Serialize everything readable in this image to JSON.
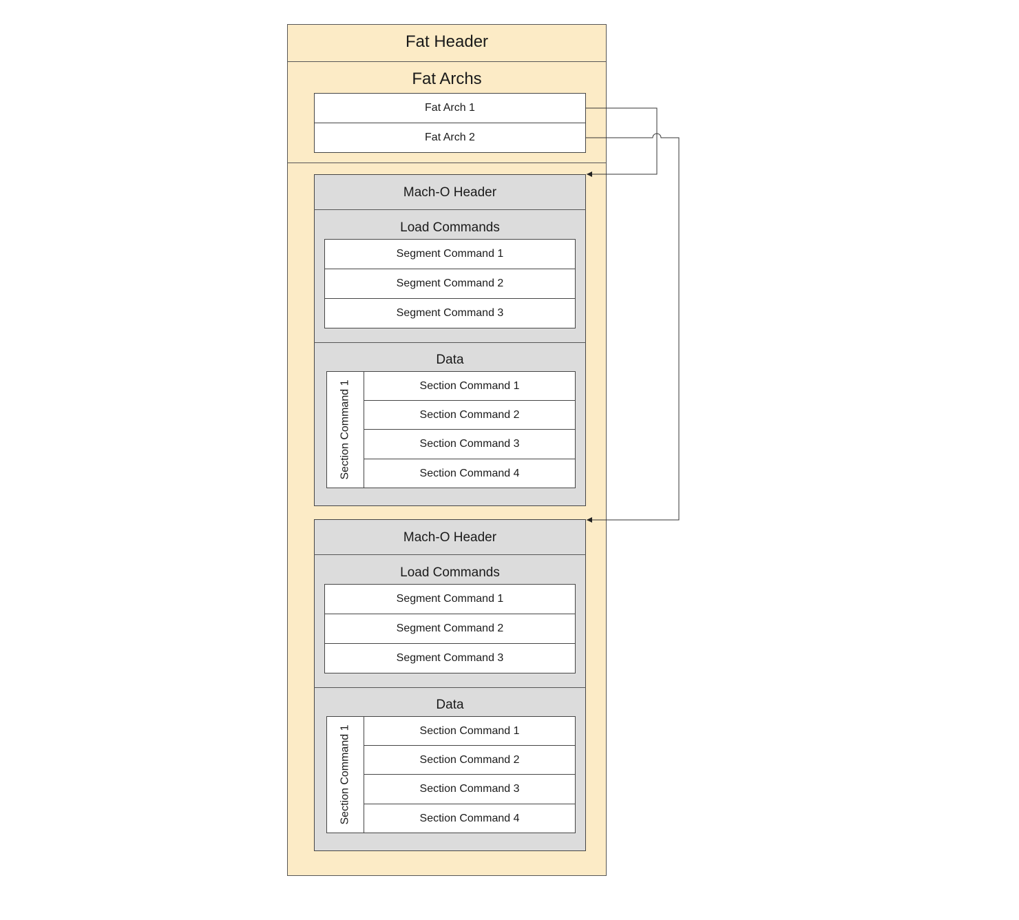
{
  "fat_header": {
    "label": "Fat Header"
  },
  "fat_archs": {
    "label": "Fat Archs",
    "items": [
      {
        "label": "Fat  Arch 1"
      },
      {
        "label": "Fat Arch 2"
      }
    ]
  },
  "macho": [
    {
      "header": "Mach-O Header",
      "load_commands": {
        "label": "Load Commands",
        "segments": [
          "Segment Command 1",
          "Segment Command 2",
          "Segment Command 3"
        ]
      },
      "data": {
        "label": "Data",
        "group_label": "Section Command 1",
        "sections": [
          "Section Command 1",
          "Section Command 2",
          "Section Command 3",
          "Section Command 4"
        ]
      }
    },
    {
      "header": "Mach-O Header",
      "load_commands": {
        "label": "Load Commands",
        "segments": [
          "Segment Command 1",
          "Segment Command 2",
          "Segment Command 3"
        ]
      },
      "data": {
        "label": "Data",
        "group_label": "Section Command 1",
        "sections": [
          "Section Command 1",
          "Section Command 2",
          "Section Command 3",
          "Section Command 4"
        ]
      }
    }
  ],
  "colors": {
    "fat_fill": "#fcebc6",
    "macho_fill": "#dcdcdc",
    "box_fill": "#ffffff",
    "stroke": "#444444"
  }
}
